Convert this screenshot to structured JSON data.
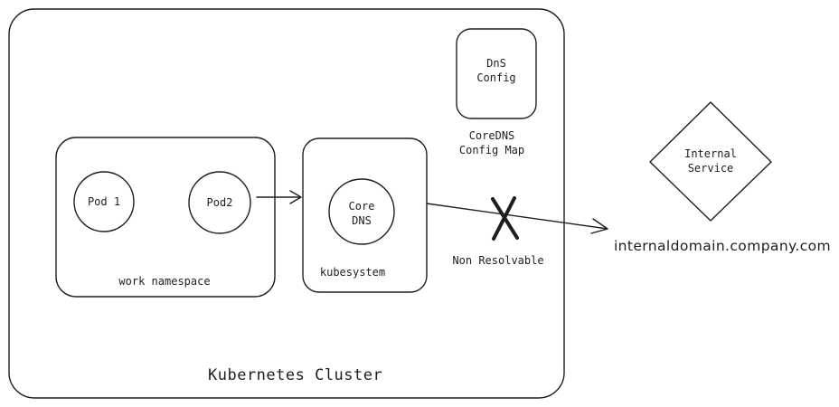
{
  "diagram": {
    "cluster_label": "Kubernetes Cluster",
    "work_namespace_label": "work namespace",
    "pod1_label": "Pod 1",
    "pod2_label": "Pod2",
    "coredns_label": "Core\nDNS",
    "kubesystem_label": "kubesystem",
    "dns_config_label": "DnS\nConfig",
    "configmap_label": "CoreDNS\nConfig Map",
    "non_resolvable_label": "Non Resolvable",
    "internal_service_label": "Internal\nService",
    "domain_label": "internaldomain.company.com",
    "stroke_color": "#1e1e1e"
  }
}
